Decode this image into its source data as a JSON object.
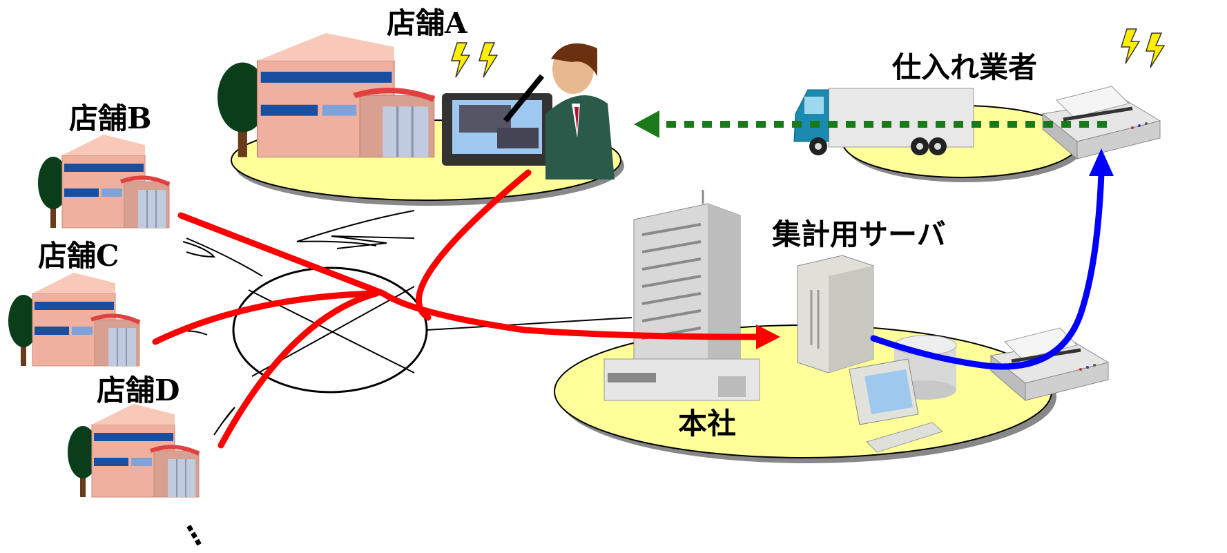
{
  "labels": {
    "store_a": "店舗A",
    "store_b": "店舗B",
    "store_c": "店舗C",
    "store_d": "店舗D",
    "supplier": "仕入れ業者",
    "server": "集計用サーバ",
    "headquarters": "本社",
    "more": "⋮"
  },
  "colors": {
    "order_flow": "#ff0000",
    "fax_flow": "#0000ff",
    "delivery_flow": "#1a7a1a",
    "platform_fill": "#ffff99",
    "building_pink": "#f0b0a0",
    "building_stripe": "#1a4fa0",
    "tree": "#0a3d1a"
  },
  "icons": [
    "store-building-icon",
    "tablet-icon",
    "businessman-icon",
    "lightning-icon",
    "truck-icon",
    "fax-icon",
    "office-tower-icon",
    "server-icon",
    "pc-icon",
    "database-icon",
    "network-cloud-icon"
  ]
}
